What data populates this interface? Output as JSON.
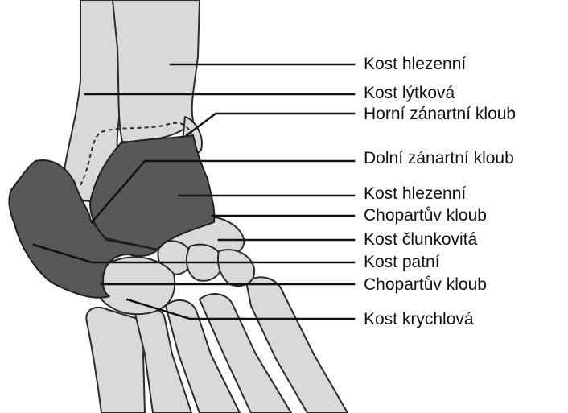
{
  "colors": {
    "bone_fill": "#d9d9d9",
    "bone_stroke": "#2b2b2b",
    "highlight_fill": "#585858",
    "leader_line": "#111111"
  },
  "labels": [
    "Kost hlezenní",
    "Kost lýtková",
    "Horní zánartní kloub",
    "Dolní zánartní kloub",
    "Kost hlezenní",
    "Chopartův kloub",
    "Kost člunkovitá",
    "Kost patní",
    "Chopartův kloub",
    "Kost krychlová"
  ]
}
